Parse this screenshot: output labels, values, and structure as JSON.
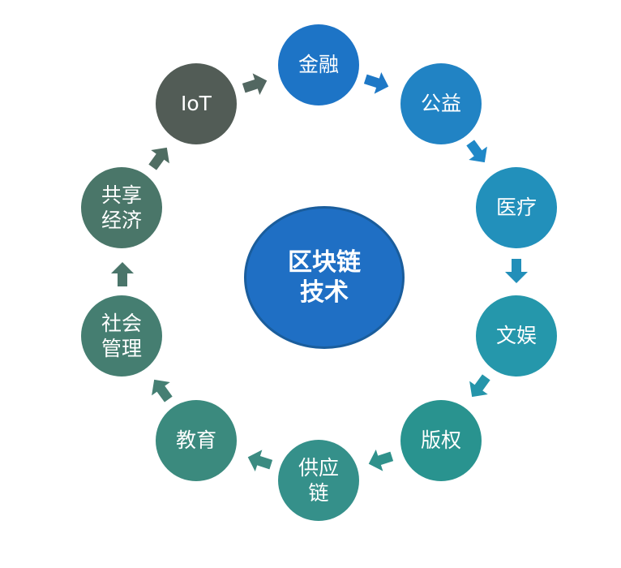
{
  "center": {
    "label": "区块链\n技术",
    "color": "#1f6fc4"
  },
  "nodes": [
    {
      "label": "金融",
      "color": "#1d74c6"
    },
    {
      "label": "公益",
      "color": "#2183c4"
    },
    {
      "label": "医疗",
      "color": "#2290bb"
    },
    {
      "label": "文娱",
      "color": "#2597ab"
    },
    {
      "label": "版权",
      "color": "#29938f"
    },
    {
      "label": "供应\n链",
      "color": "#35908a"
    },
    {
      "label": "教育",
      "color": "#3b8a7e"
    },
    {
      "label": "社会\n管理",
      "color": "#457e71"
    },
    {
      "label": "共享\n经济",
      "color": "#4a7669"
    },
    {
      "label": "IoT",
      "color": "#525c56"
    }
  ],
  "arrow_colors": [
    "#1e78c6",
    "#1f88c8",
    "#228fb9",
    "#2595aa",
    "#2f918b",
    "#3b8b81",
    "#457f73",
    "#4a756a",
    "#4f6d62",
    "#526761"
  ]
}
